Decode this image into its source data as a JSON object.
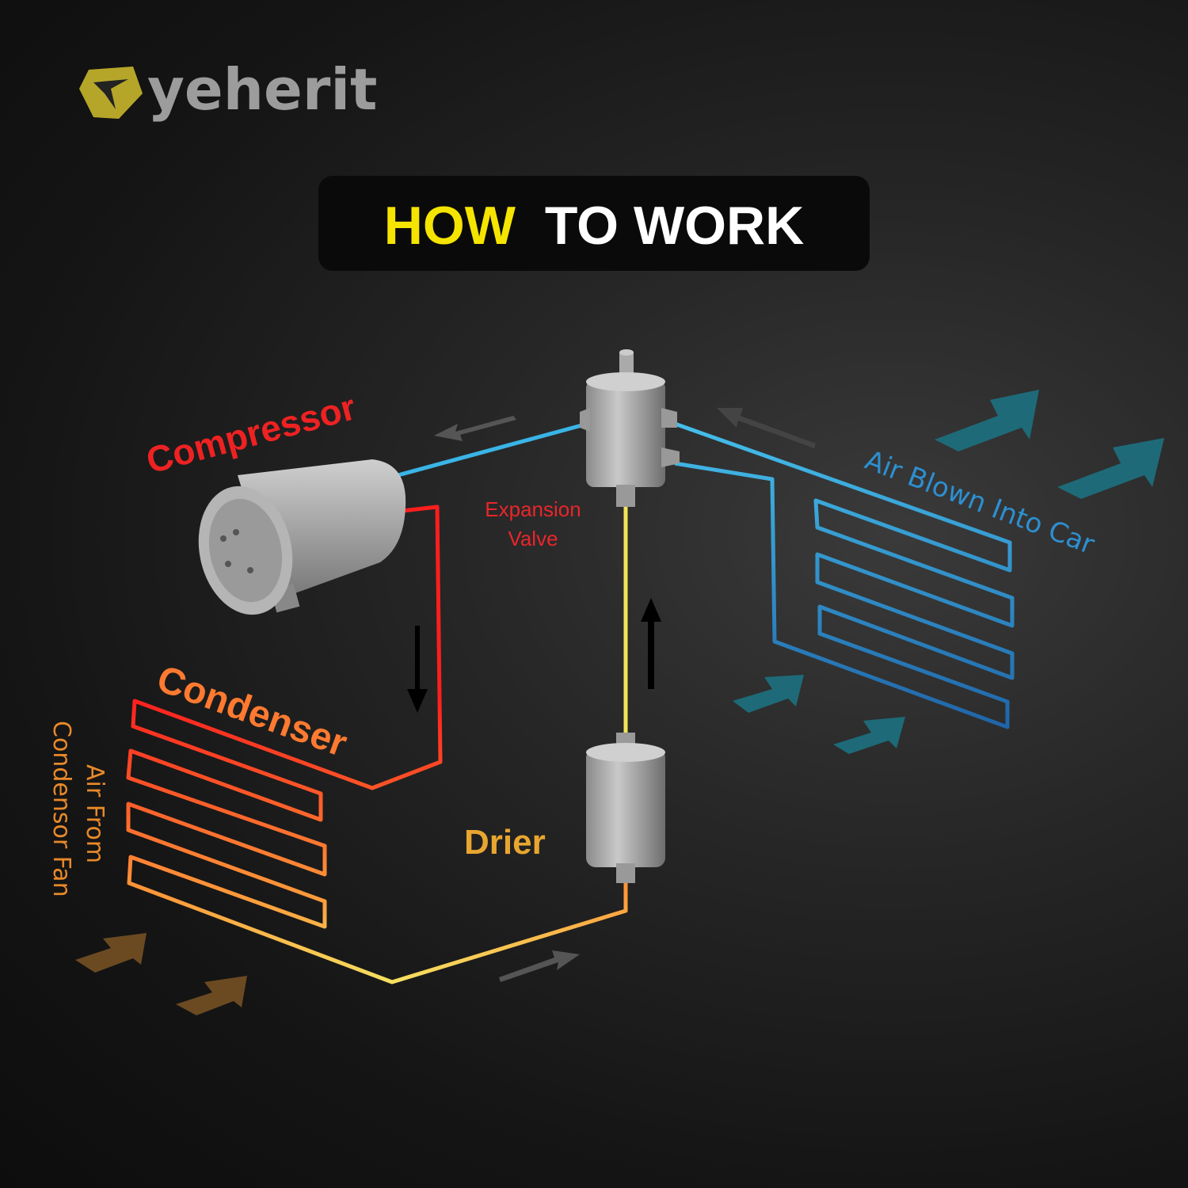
{
  "brand": {
    "name": "yeherit"
  },
  "title": {
    "highlight": "HOW",
    "rest": "TO WORK"
  },
  "labels": {
    "compressor": "Compressor",
    "condenser": "Condenser",
    "expansion_valve_line1": "Expansion",
    "expansion_valve_line2": "Valve",
    "drier": "Drier",
    "air_into_car": "Air Blown Into Car",
    "air_from_line1": "Air From",
    "air_from_line2": "Condensor Fan"
  },
  "colors": {
    "title_highlight": "#f5e400",
    "hot_line": "#ff2222",
    "warm_line": "#f2e35a",
    "cold_line": "#3ab4e6",
    "logo": "#b5a62a"
  }
}
